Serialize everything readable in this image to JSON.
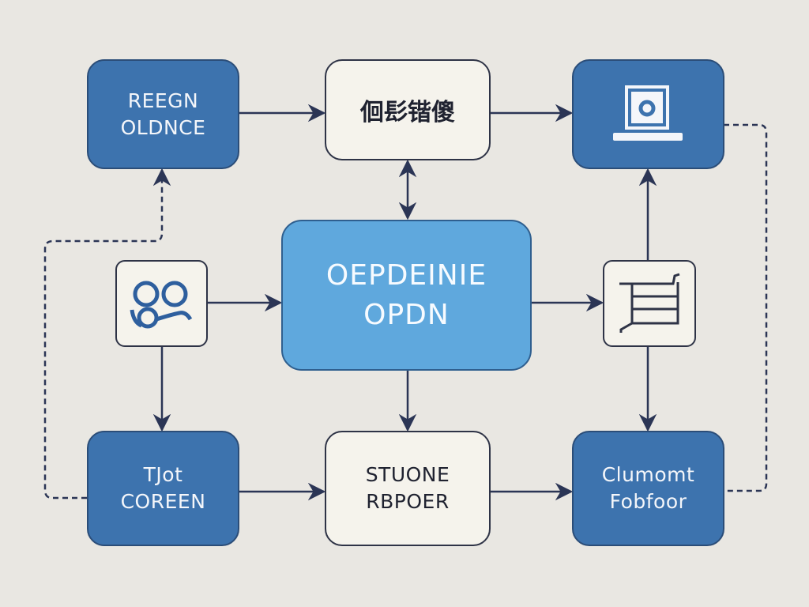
{
  "nodes": {
    "top_left": {
      "line1": "REEGN",
      "line2": "OLDNCE"
    },
    "top_middle": {
      "label": "佪髟锴傻"
    },
    "top_right": {
      "icon": "laptop-icon"
    },
    "mid_left": {
      "icon": "glasses-icon"
    },
    "center": {
      "line1": "OEPDEINIE",
      "line2": "OPDN"
    },
    "mid_right": {
      "icon": "ledger-icon"
    },
    "bottom_left": {
      "line1": "TJot",
      "line2": "COREEN"
    },
    "bottom_middle": {
      "line1": "STUONE",
      "line2": "RBPOER"
    },
    "bottom_right": {
      "line1": "Clumomt",
      "line2": "Fobfoor"
    }
  },
  "colors": {
    "dark_node": "#3d73ae",
    "center_node": "#5fa8dd",
    "light_node": "#f5f3ec",
    "arrow": "#2b3555",
    "background": "#e9e7e2"
  }
}
